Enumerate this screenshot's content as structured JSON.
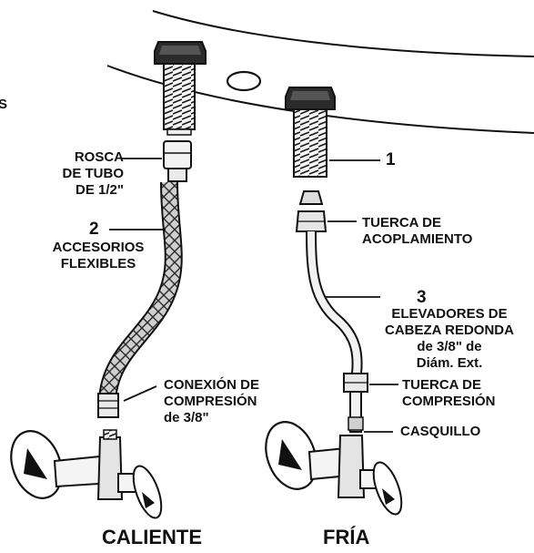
{
  "labels": {
    "rosca_line1": "ROSCA",
    "rosca_line2": "DE TUBO",
    "rosca_line3": "DE 1/2\"",
    "num_1": "1",
    "num_2": "2",
    "accesorios_line1": "ACCESORIOS",
    "accesorios_line2": "FLEXIBLES",
    "tuerca_acopl_line1": "TUERCA DE",
    "tuerca_acopl_line2": "ACOPLAMIENTO",
    "num_3": "3",
    "elevadores_line1": "ELEVADORES DE",
    "elevadores_line2": "CABEZA REDONDA",
    "elevadores_line3": "de 3/8\" de",
    "elevadores_line4": "Diám. Ext.",
    "conexion_line1": "CONEXIÓN DE",
    "conexion_line2": "COMPRESIÓN",
    "conexion_line3": "de 3/8\"",
    "tuerca_comp_line1": "TUERCA DE",
    "tuerca_comp_line2": "COMPRESIÓN",
    "casquillo": "CASQUILLO",
    "caliente": "CALIENTE",
    "fria": "FRÍA",
    "edge_fragment": "S"
  },
  "colors": {
    "ink": "#111111",
    "hose_fill": "#c8c8c8",
    "chrome_fill": "#9a9a9a"
  }
}
